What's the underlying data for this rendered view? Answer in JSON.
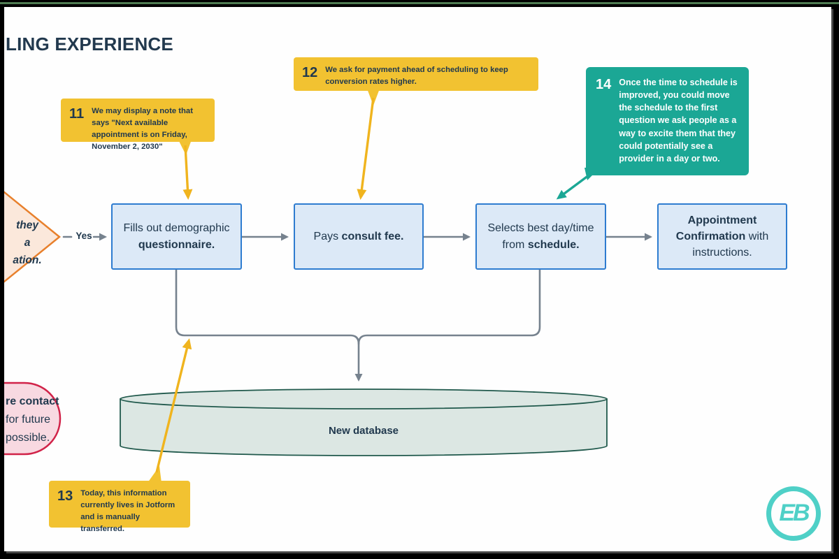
{
  "page": {
    "title_fragment": "LING EXPERIENCE"
  },
  "palette": {
    "navy_text": "#21394E",
    "annotation_yellow": "#F2C231",
    "annotation_arrow_yellow": "#F0B41E",
    "annotation_teal": "#1BA795",
    "flow_box_fill": "#DCE9F7",
    "flow_box_border": "#2E7CD0",
    "connector_gray": "#76828E",
    "decision_border_orange": "#E8802C",
    "decision_fill": "#FBE8DB",
    "contact_border_pink": "#D12349",
    "contact_fill": "#F8D9E1",
    "cylinder_fill": "#DCE7E3",
    "cylinder_border": "#20594C",
    "logo_teal": "#4FD0C7",
    "top_line_green": "#4E7B52"
  },
  "annotations": [
    {
      "number": "11",
      "text": "We may display a note that says \"Next available appointment is on Friday, November 2, 2030\""
    },
    {
      "number": "12",
      "text": "We ask for payment ahead of scheduling to keep conversion rates higher."
    },
    {
      "number": "13",
      "text": "Today, this information currently lives in Jotform and is manually transferred."
    },
    {
      "number": "14",
      "text": "Once the time to schedule is improved, you could move the schedule to the first question we ask people as a way to excite them that they could potentially see a provider in a day or two."
    }
  ],
  "flow": {
    "yes_label": "Yes",
    "steps": [
      {
        "pre": "Fills out demographic ",
        "bold": "questionnaire.",
        "post": ""
      },
      {
        "pre": "Pays ",
        "bold": "consult fee.",
        "post": ""
      },
      {
        "pre": "Selects best day/time from ",
        "bold": "schedule.",
        "post": ""
      },
      {
        "pre": "",
        "bold": "Appointment Confirmation",
        "post": " with instructions."
      }
    ]
  },
  "decision": {
    "lines": [
      "they",
      "a",
      "ation."
    ]
  },
  "contact": {
    "lines": [
      "re contact",
      "for future",
      "possible."
    ]
  },
  "database": {
    "label": "New database"
  },
  "logo": {
    "monogram": "EB"
  }
}
